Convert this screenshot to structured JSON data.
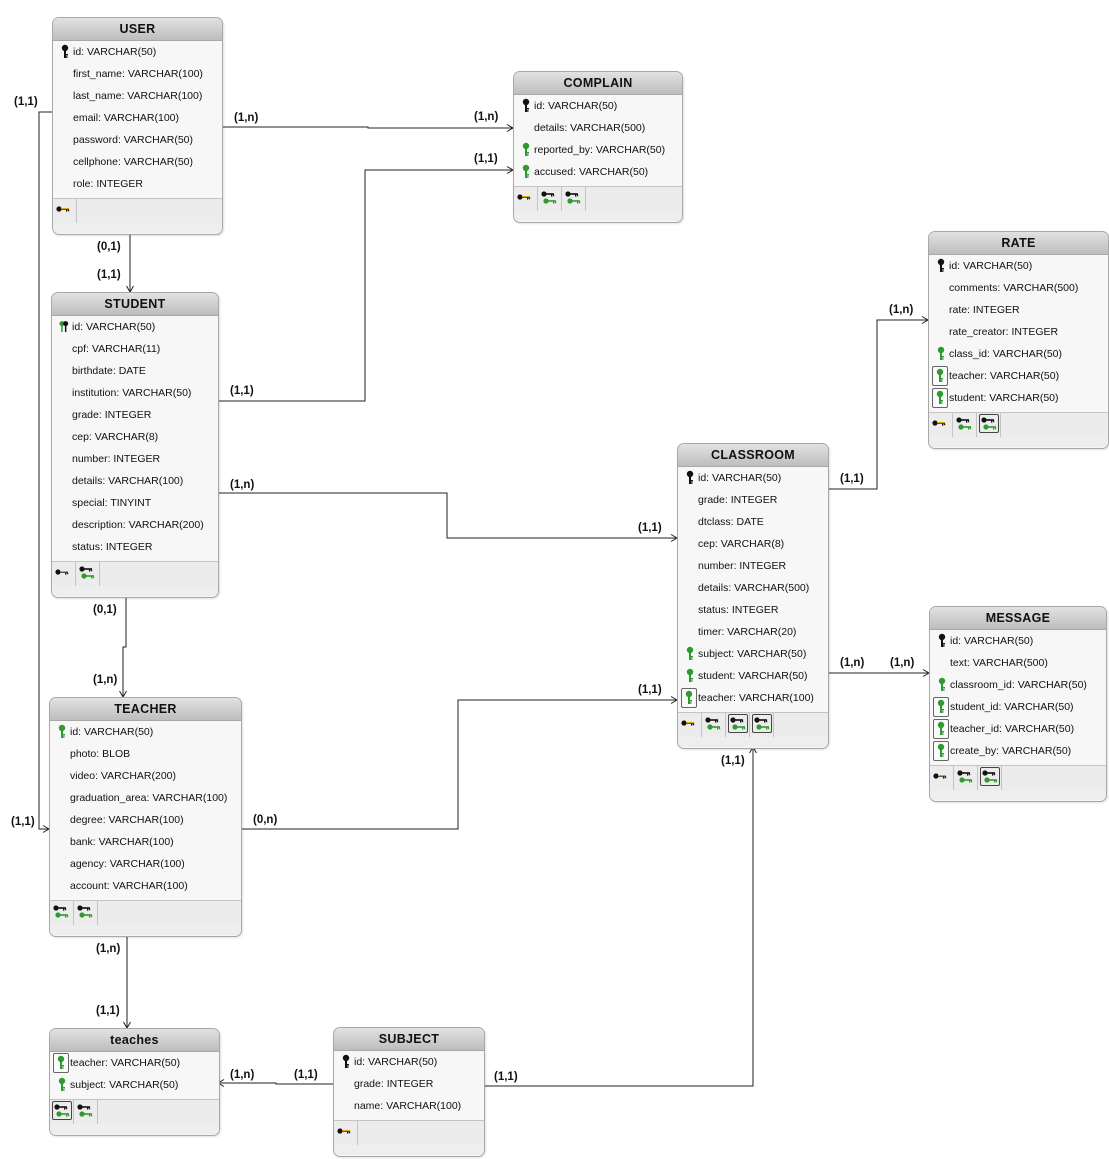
{
  "entities": [
    {
      "id": "user",
      "title": "USER",
      "fields": [
        {
          "icon": "pk-key-icon",
          "text": "id: VARCHAR(50)"
        },
        {
          "icon": "",
          "text": "first_name: VARCHAR(100)"
        },
        {
          "icon": "",
          "text": "last_name: VARCHAR(100)"
        },
        {
          "icon": "",
          "text": "email: VARCHAR(100)"
        },
        {
          "icon": "",
          "text": "password: VARCHAR(50)"
        },
        {
          "icon": "",
          "text": "cellphone: VARCHAR(50)"
        },
        {
          "icon": "",
          "text": "role: INTEGER"
        }
      ],
      "indexes": [
        "primary-index-icon"
      ]
    },
    {
      "id": "complain",
      "title": "COMPLAIN",
      "fields": [
        {
          "icon": "pk-key-icon",
          "text": "id: VARCHAR(50)"
        },
        {
          "icon": "",
          "text": "details: VARCHAR(500)"
        },
        {
          "icon": "fk-key-icon",
          "text": "reported_by: VARCHAR(50)"
        },
        {
          "icon": "fk-key-icon",
          "text": "accused: VARCHAR(50)"
        }
      ],
      "indexes": [
        "primary-index-icon",
        "foreign-index-icon",
        "foreign-index-icon"
      ]
    },
    {
      "id": "student",
      "title": "STUDENT",
      "fields": [
        {
          "icon": "pk-fk-key-icon",
          "text": "id: VARCHAR(50)"
        },
        {
          "icon": "",
          "text": "cpf: VARCHAR(11)"
        },
        {
          "icon": "",
          "text": "birthdate: DATE"
        },
        {
          "icon": "",
          "text": "institution: VARCHAR(50)"
        },
        {
          "icon": "",
          "text": "grade: INTEGER"
        },
        {
          "icon": "",
          "text": "cep: VARCHAR(8)"
        },
        {
          "icon": "",
          "text": "number: INTEGER"
        },
        {
          "icon": "",
          "text": "details: VARCHAR(100)"
        },
        {
          "icon": "",
          "text": "special: TINYINT"
        },
        {
          "icon": "",
          "text": "description: VARCHAR(200)"
        },
        {
          "icon": "",
          "text": "status: INTEGER"
        }
      ],
      "indexes": [
        "primary-index-icon",
        "foreign-index-icon"
      ]
    },
    {
      "id": "teacher",
      "title": "TEACHER",
      "fields": [
        {
          "icon": "fk-key-icon",
          "text": "id: VARCHAR(50)"
        },
        {
          "icon": "",
          "text": "photo: BLOB"
        },
        {
          "icon": "",
          "text": "video: VARCHAR(200)"
        },
        {
          "icon": "",
          "text": "graduation_area: VARCHAR(100)"
        },
        {
          "icon": "",
          "text": "degree: VARCHAR(100)"
        },
        {
          "icon": "",
          "text": "bank: VARCHAR(100)"
        },
        {
          "icon": "",
          "text": "agency: VARCHAR(100)"
        },
        {
          "icon": "",
          "text": "account: VARCHAR(100)"
        }
      ],
      "indexes": [
        "foreign-index-icon",
        "foreign-index-icon"
      ]
    },
    {
      "id": "teaches",
      "title": "teaches",
      "fields": [
        {
          "icon": "boxed-fk-key-icon",
          "text": "teacher: VARCHAR(50)"
        },
        {
          "icon": "fk-key-icon",
          "text": "subject: VARCHAR(50)"
        }
      ],
      "indexes": [
        "boxed-foreign-index-icon",
        "foreign-index-icon"
      ]
    },
    {
      "id": "subject",
      "title": "SUBJECT",
      "fields": [
        {
          "icon": "pk-key-icon",
          "text": "id: VARCHAR(50)"
        },
        {
          "icon": "",
          "text": "grade: INTEGER"
        },
        {
          "icon": "",
          "text": "name: VARCHAR(100)"
        }
      ],
      "indexes": [
        "primary-index-icon"
      ]
    },
    {
      "id": "classroom",
      "title": "CLASSROOM",
      "fields": [
        {
          "icon": "pk-key-icon",
          "text": "id: VARCHAR(50)"
        },
        {
          "icon": "",
          "text": "grade: INTEGER"
        },
        {
          "icon": "",
          "text": "dtclass: DATE"
        },
        {
          "icon": "",
          "text": "cep: VARCHAR(8)"
        },
        {
          "icon": "",
          "text": "number: INTEGER"
        },
        {
          "icon": "",
          "text": "details: VARCHAR(500)"
        },
        {
          "icon": "",
          "text": "status: INTEGER"
        },
        {
          "icon": "",
          "text": "timer: VARCHAR(20)"
        },
        {
          "icon": "fk-key-icon",
          "text": "subject: VARCHAR(50)"
        },
        {
          "icon": "fk-key-icon",
          "text": "student: VARCHAR(50)"
        },
        {
          "icon": "boxed-fk-key-icon",
          "text": "teacher: VARCHAR(100)"
        }
      ],
      "indexes": [
        "primary-index-icon",
        "foreign-index-icon",
        "boxed-foreign-index-icon",
        "boxed-foreign-index-icon"
      ]
    },
    {
      "id": "rate",
      "title": "RATE",
      "fields": [
        {
          "icon": "pk-key-icon",
          "text": "id: VARCHAR(50)"
        },
        {
          "icon": "",
          "text": "comments: VARCHAR(500)"
        },
        {
          "icon": "",
          "text": "rate: INTEGER"
        },
        {
          "icon": "",
          "text": "rate_creator: INTEGER"
        },
        {
          "icon": "fk-key-icon",
          "text": "class_id: VARCHAR(50)"
        },
        {
          "icon": "boxed-fk-key-icon",
          "text": "teacher: VARCHAR(50)"
        },
        {
          "icon": "boxed-fk-key-icon",
          "text": "student: VARCHAR(50)"
        }
      ],
      "indexes": [
        "primary-index-icon",
        "foreign-index-icon",
        "boxed-foreign-index-icon"
      ]
    },
    {
      "id": "message",
      "title": "MESSAGE",
      "fields": [
        {
          "icon": "pk-key-icon",
          "text": "id: VARCHAR(50)"
        },
        {
          "icon": "",
          "text": "text: VARCHAR(500)"
        },
        {
          "icon": "fk-key-icon",
          "text": "classroom_id: VARCHAR(50)"
        },
        {
          "icon": "boxed-fk-key-icon",
          "text": "student_id: VARCHAR(50)"
        },
        {
          "icon": "boxed-fk-key-icon",
          "text": "teacher_id: VARCHAR(50)"
        },
        {
          "icon": "boxed-fk-key-icon",
          "text": "create_by: VARCHAR(50)"
        }
      ],
      "indexes": [
        "primary-index-icon",
        "foreign-index-icon",
        "boxed-foreign-index-icon"
      ]
    }
  ],
  "cardinalities": [
    "(1,1)",
    "(1,n)",
    "(1,n)",
    "(1,1)",
    "(0,1)",
    "(1,1)",
    "(1,1)",
    "(1,n)",
    "(1,1)",
    "(1,n)",
    "(1,1)",
    "(0,1)",
    "(1,n)",
    "(1,1)",
    "(1,n)",
    "(1,n)",
    "(1,1)",
    "(0,n)",
    "(1,1)",
    "(1,n)",
    "(1,1)",
    "(1,n)",
    "(1,1)",
    "(1,1)"
  ],
  "colors": {
    "pk_key": "#111111",
    "fk_key": "#2f9a2f",
    "pk_index_key": "#e2a000",
    "title_bg": "#c8c8c8",
    "edge": "#222222"
  }
}
